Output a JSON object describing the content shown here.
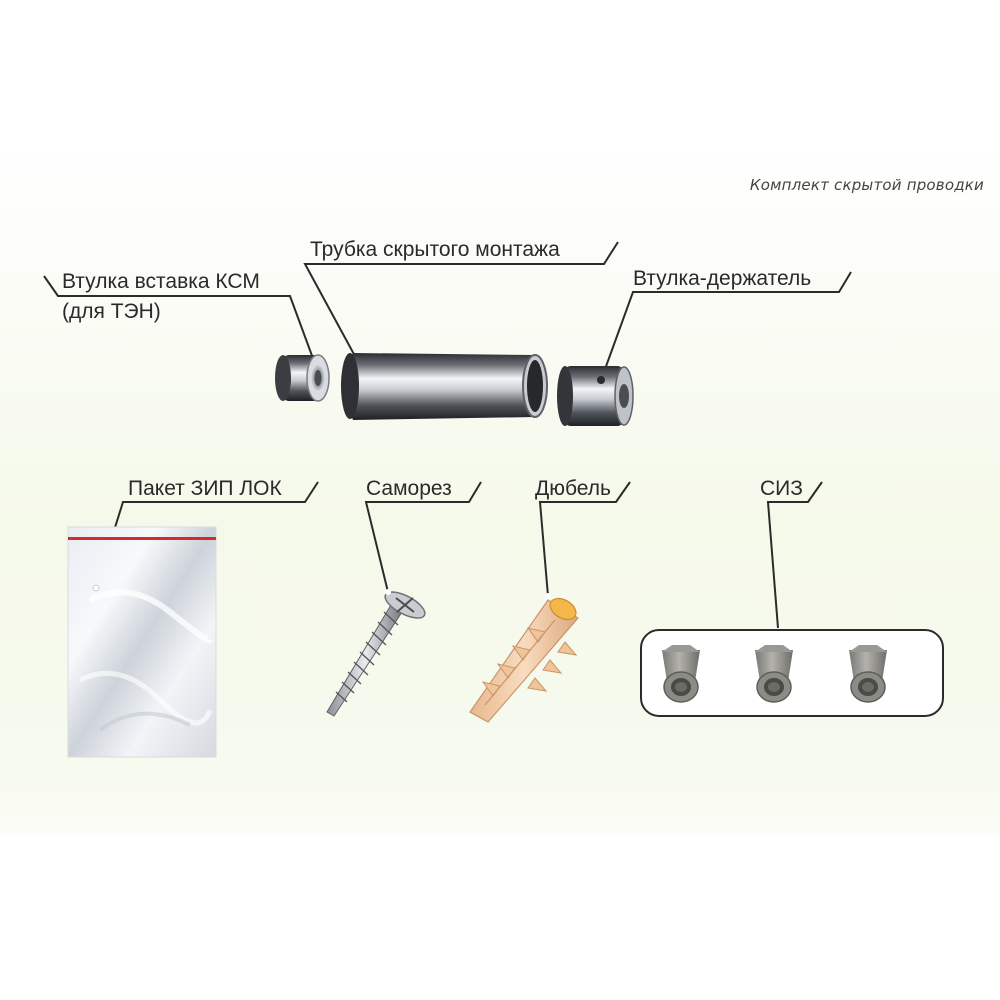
{
  "subtitle": "Комплект скрытой проводки",
  "labels": {
    "sleeve_insert": "Втулка вставка КСМ",
    "sleeve_insert_note": "(для ТЭН)",
    "tube": "Трубка скрытого монтажа",
    "holder": "Втулка-держатель",
    "zip_bag": "Пакет ЗИП ЛОК",
    "screw": "Саморез",
    "dowel": "Дюбель",
    "connector": "СИЗ"
  },
  "colors": {
    "metal_dark": "#2f3236",
    "metal_light": "#e8eaee",
    "dowel": "#f2c9a2",
    "connector": "#8c8b86",
    "bag_stripe": "#d62a2a"
  }
}
